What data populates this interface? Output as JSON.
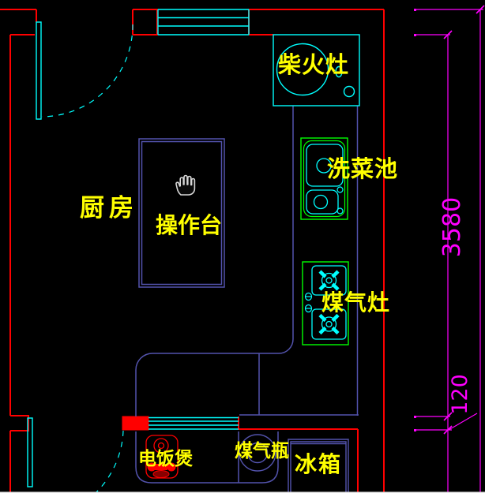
{
  "drawing": {
    "type": "kitchen-floor-plan",
    "labels": {
      "room": "厨房",
      "worktable": "操作台",
      "wood_stove": "柴火灶",
      "sink": "洗菜池",
      "gas_stove": "煤气灶",
      "rice_cooker": "电饭煲",
      "gas_cylinder": "煤气瓶",
      "fridge": "冰箱"
    },
    "dimensions": {
      "wall_height": "3580",
      "wall_offset": "120"
    },
    "colors": {
      "background": "#000000",
      "wall": "#ff0000",
      "fixture_cyan": "#00ffff",
      "appliance_green": "#00ff00",
      "furniture_blue": "#5353ad",
      "dimension_magenta": "#ff00ff",
      "label_yellow": "#ffff00"
    }
  }
}
